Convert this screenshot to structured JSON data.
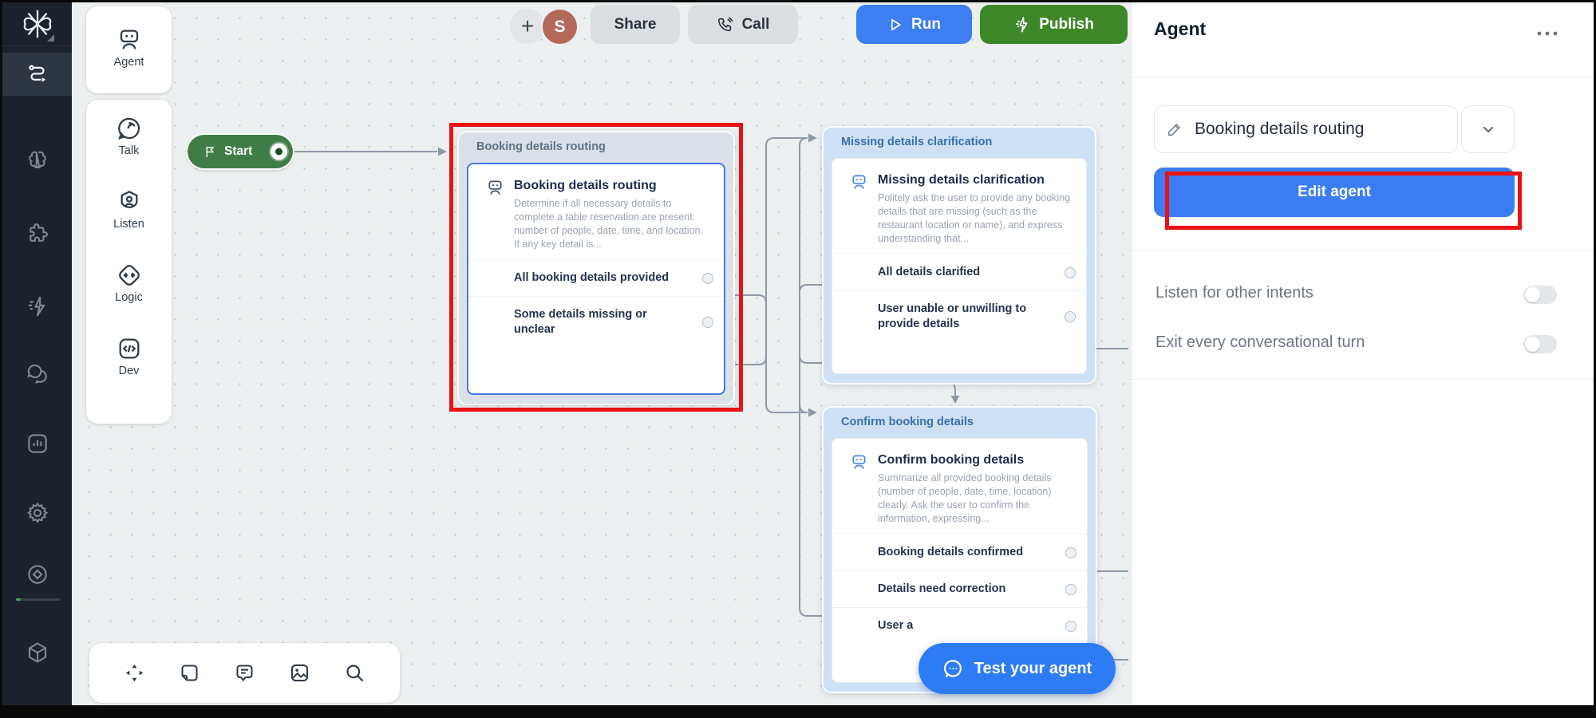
{
  "topbar": {
    "add_label": "+",
    "avatar_initial": "S",
    "share_label": "Share",
    "call_label": "Call",
    "run_label": "Run",
    "publish_label": "Publish"
  },
  "sidebar": {
    "icons": [
      "logo",
      "workflow",
      "knowledge",
      "integrations",
      "automations",
      "conversations",
      "analytics",
      "settings",
      "goals",
      "blocks"
    ]
  },
  "palette": {
    "agent_label": "Agent",
    "items": [
      {
        "icon": "talk-icon",
        "label": "Talk"
      },
      {
        "icon": "listen-icon",
        "label": "Listen"
      },
      {
        "icon": "logic-icon",
        "label": "Logic"
      },
      {
        "icon": "dev-icon",
        "label": "Dev"
      }
    ]
  },
  "canvas": {
    "start_label": "Start",
    "test_agent_button": "Test your agent",
    "toolbar_icons": [
      "move",
      "note",
      "comment",
      "image",
      "search"
    ],
    "nodes": [
      {
        "header": "Booking details routing",
        "title": "Booking details routing",
        "description": "Determine if all necessary details to complete a table reservation are present: number of people, date, time, and location. If any key detail is...",
        "actions": [
          "All booking details provided",
          "Some details missing or unclear"
        ]
      },
      {
        "header": "Missing details clarification",
        "title": "Missing details clarification",
        "description": "Politely ask the user to provide any booking details that are missing (such as the restaurant location or name), and express understanding that...",
        "actions": [
          "All details clarified",
          "User unable or unwilling to provide details"
        ]
      },
      {
        "header": "Confirm booking details",
        "title": "Confirm booking details",
        "description": "Summarize all provided booking details (number of people, date, time, location) clearly. Ask the user to confirm the information, expressing...",
        "actions": [
          "Booking details confirmed",
          "Details need correction",
          "User a"
        ]
      }
    ]
  },
  "panel": {
    "title": "Agent",
    "agent_name": "Booking details routing",
    "edit_button_label": "Edit agent",
    "toggles": [
      {
        "label": "Listen for other intents",
        "on": false
      },
      {
        "label": "Exit every conversational turn",
        "on": false
      }
    ]
  },
  "colors": {
    "accent_blue": "#3b7cf3",
    "publish_green": "#3e8728",
    "start_green": "#417c46",
    "annotation_red": "#ea1212",
    "edge_gray": "#8d99a7",
    "node_header_blue": "#cfe1f6",
    "avatar_brown": "#b4695a",
    "sidebar_dark": "#1c222b"
  }
}
